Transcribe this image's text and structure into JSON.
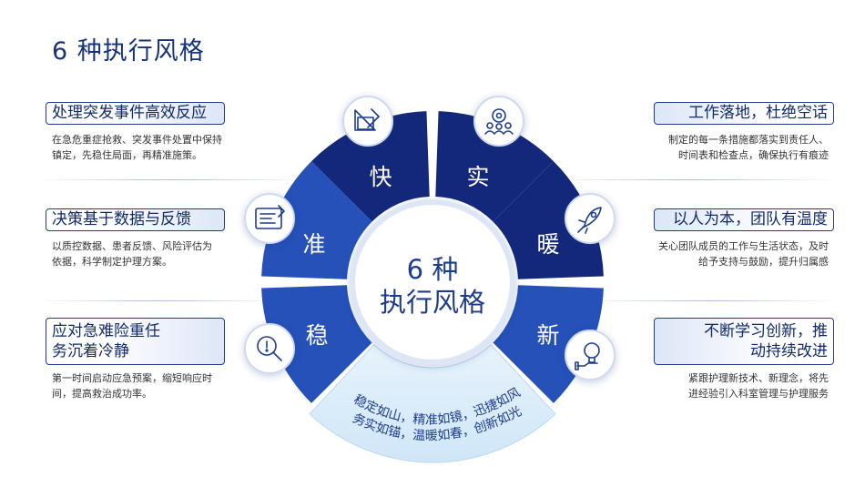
{
  "title": "6 种执行风格",
  "center": {
    "line1": "6 种",
    "line2": "执行风格"
  },
  "segments": [
    {
      "char": "快",
      "icon": "drafting-tools-icon"
    },
    {
      "char": "实",
      "icon": "team-gear-icon"
    },
    {
      "char": "暖",
      "icon": "rocket-icon"
    },
    {
      "char": "新",
      "icon": "lightbulb-hand-icon"
    },
    {
      "char": "稳",
      "icon": "magnifier-alert-icon"
    },
    {
      "char": "准",
      "icon": "blueprint-icon"
    }
  ],
  "bottom_arc": {
    "line1": "稳定如山，精准如镜，迅捷如风",
    "line2": "务实如锚，温暖如春，创新如光"
  },
  "left_items": [
    {
      "heading": "处理突发事件高效反应",
      "desc": [
        "在急危重症抢救、突发事件处置中保持",
        "镇定，先稳住局面，再精准施策。"
      ]
    },
    {
      "heading": "决策基于数据与反馈",
      "desc": [
        "以质控数据、患者反馈、风险评估为",
        "依据，科学制定护理方案。"
      ]
    },
    {
      "heading": [
        "应对急难险重任",
        "务沉着冷静"
      ],
      "desc": [
        "第一时间启动应急预案，缩短响应时",
        "间，提高救治成功率。"
      ]
    }
  ],
  "right_items": [
    {
      "heading": "工作落地，杜绝空话",
      "desc": [
        "制定的每一条措施都落实到责任人、",
        "时间表和检查点，确保执行有痕迹"
      ]
    },
    {
      "heading": "以人为本，团队有温度",
      "desc": [
        "关心团队成员的工作与生活状态，及时",
        "给予支持与鼓励，提升归属感"
      ]
    },
    {
      "heading": [
        "不断学习创新，推",
        "动持续改进"
      ],
      "desc": [
        "紧跟护理新技术、新理念，将先",
        "进经验引入科室管理与护理服务"
      ]
    }
  ],
  "colors": {
    "dark": "#13287a",
    "mid": "#2551b8",
    "light": "#e6f1fb",
    "accent": "#1d3c8c"
  }
}
